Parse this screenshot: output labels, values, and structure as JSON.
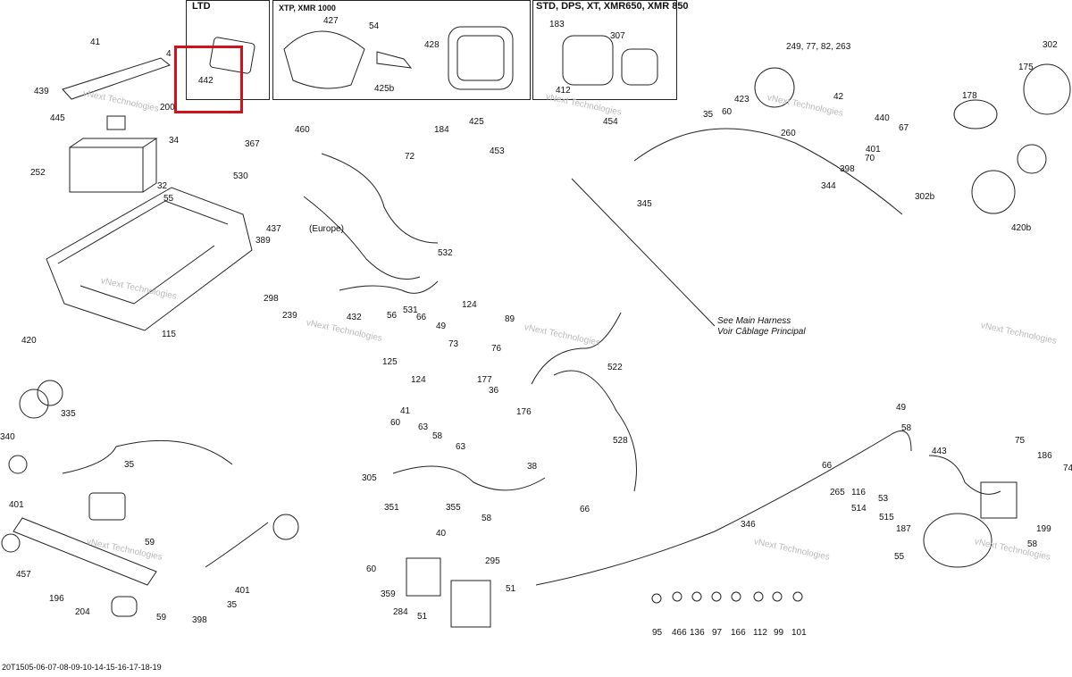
{
  "boxes": {
    "ltd": "LTD",
    "xtp": "XTP, XMR 1000",
    "std": "STD, DPS, XT, XMR650, XMR 850"
  },
  "note": {
    "line1": "See Main Harness",
    "line2": "Voir Câblage Principal"
  },
  "footer": "20T1505-06-07-08-09-10-14-15-16-17-18-19",
  "watermark": "vNext Technologies",
  "colors": {
    "highlight": "#d0121b",
    "ink": "#222222"
  },
  "callouts": [
    "41",
    "4",
    "439",
    "200",
    "445",
    "34",
    "252",
    "32",
    "55",
    "530",
    "115",
    "442",
    "427",
    "54",
    "428",
    "425b",
    "425",
    "183",
    "307",
    "412",
    "454",
    "460",
    "367",
    "184",
    "72",
    "453",
    "437",
    "389",
    "(Europe)",
    "298",
    "239",
    "432",
    "532",
    "249, 77, 82, 263",
    "302",
    "423",
    "42",
    "35",
    "60",
    "260",
    "401",
    "398",
    "344",
    "345",
    "440",
    "67",
    "178",
    "175",
    "70",
    "302b",
    "420b",
    "420",
    "335",
    "340",
    "401",
    "35",
    "59",
    "457",
    "196",
    "204",
    "59",
    "401",
    "398",
    "35",
    "56",
    "531",
    "66",
    "49",
    "73",
    "125",
    "76",
    "124",
    "89",
    "522",
    "124",
    "177",
    "36",
    "63",
    "176",
    "38",
    "528",
    "60",
    "41",
    "63",
    "58",
    "305",
    "351",
    "355",
    "58",
    "66",
    "40",
    "60",
    "359",
    "284",
    "295",
    "51",
    "51",
    "346",
    "95",
    "466",
    "136",
    "97",
    "166",
    "112",
    "99",
    "101",
    "49",
    "58",
    "443",
    "75",
    "186",
    "74",
    "66",
    "265",
    "116",
    "514",
    "53",
    "515",
    "187",
    "199",
    "55",
    "58"
  ]
}
